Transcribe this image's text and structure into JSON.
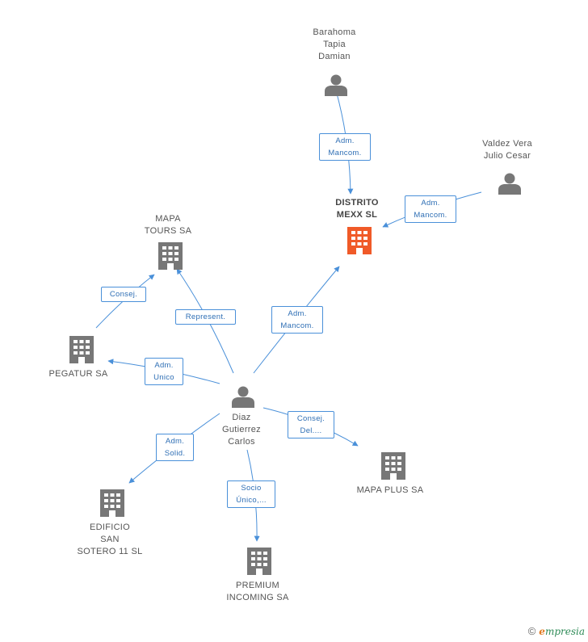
{
  "colors": {
    "edge": "#4a90d9",
    "node": "#777777",
    "highlight": "#f05a28"
  },
  "nodes": {
    "barahoma": {
      "label": "Barahoma\nTapia\nDamian",
      "icon": "person-icon"
    },
    "valdez": {
      "label": "Valdez Vera\nJulio Cesar",
      "icon": "person-icon"
    },
    "distrito": {
      "label": "DISTRITO\nMEXX SL",
      "icon": "building-icon"
    },
    "mapa_tours": {
      "label": "MAPA\nTOURS SA",
      "icon": "building-icon"
    },
    "pegatur": {
      "label": "PEGATUR SA",
      "icon": "building-icon"
    },
    "diaz": {
      "label": "Diaz\nGutierrez\nCarlos",
      "icon": "person-icon"
    },
    "mapa_plus": {
      "label": "MAPA PLUS SA",
      "icon": "building-icon"
    },
    "edificio": {
      "label": "EDIFICIO\nSAN\nSOTERO 11  SL",
      "icon": "building-icon"
    },
    "premium": {
      "label": "PREMIUM\nINCOMING SA",
      "icon": "building-icon"
    }
  },
  "relations": {
    "barahoma_distrito": "Adm.\nMancom.",
    "valdez_distrito": "Adm.\nMancom.",
    "diaz_distrito": "Adm.\nMancom.",
    "pegatur_mapa_tours": "Consej.",
    "diaz_mapa_tours": "Represent.",
    "diaz_pegatur": "Adm.\nUnico",
    "diaz_mapa_plus": "Consej.\nDel....",
    "diaz_edificio": "Adm.\nSolid.",
    "diaz_premium": "Socio\nÚnico,..."
  },
  "footer": {
    "copyright": "©",
    "brand_e": "e",
    "brand_rest": "mpresia"
  }
}
